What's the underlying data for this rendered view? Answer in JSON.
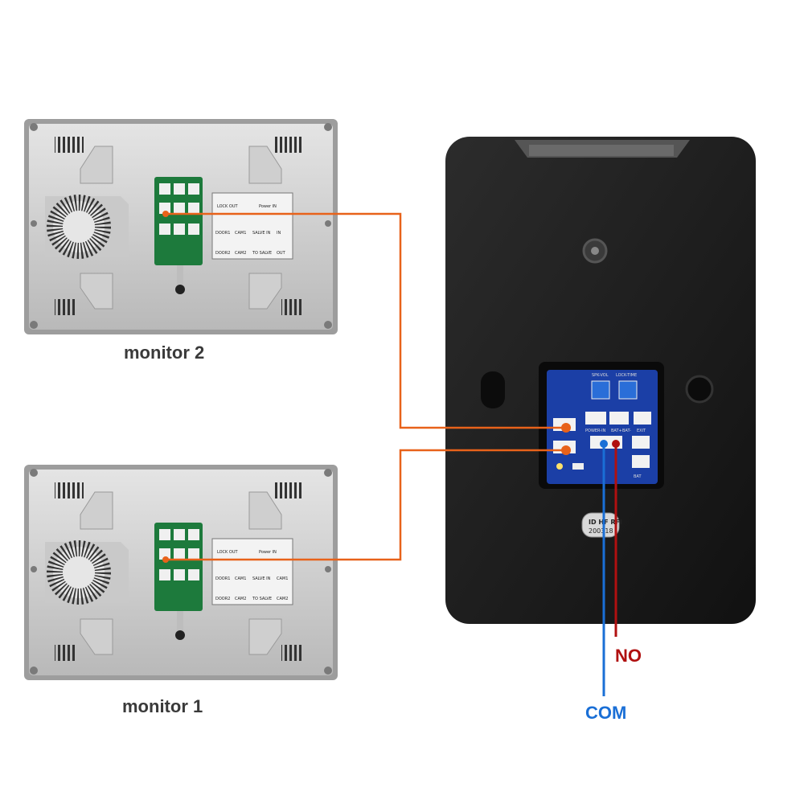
{
  "monitor_top": {
    "caption": "monitor 2",
    "panel_row1": [
      "LOCK OUT",
      "Power IN"
    ],
    "panel_row2": [
      "DOOR1",
      "CAM1",
      "SALVE IN",
      "IN"
    ],
    "panel_row3": [
      "DOOR2",
      "CAM2",
      "TO SALVE",
      "OUT"
    ]
  },
  "monitor_bottom": {
    "caption": "monitor 1",
    "panel_row1": [
      "LOCK OUT",
      "Power IN"
    ],
    "panel_row2": [
      "DOOR1",
      "CAM1",
      "SALVE IN",
      "CAM1"
    ],
    "panel_row3": [
      "DOOR2",
      "CAM2",
      "TO SALVE",
      "CAM2"
    ]
  },
  "door_unit": {
    "board_labels": [
      "SPK-VOL",
      "LOCK-TIME",
      "POWER-IN",
      "BAT+",
      "BAT-",
      "EXIT",
      "BAT"
    ],
    "plate_text": [
      "ID HF RFI",
      "200318"
    ]
  },
  "wires": {
    "no_label": "NO",
    "com_label": "COM",
    "orange_color": "#e8621a",
    "no_color": "#b01010",
    "com_color": "#1a6fd6"
  }
}
